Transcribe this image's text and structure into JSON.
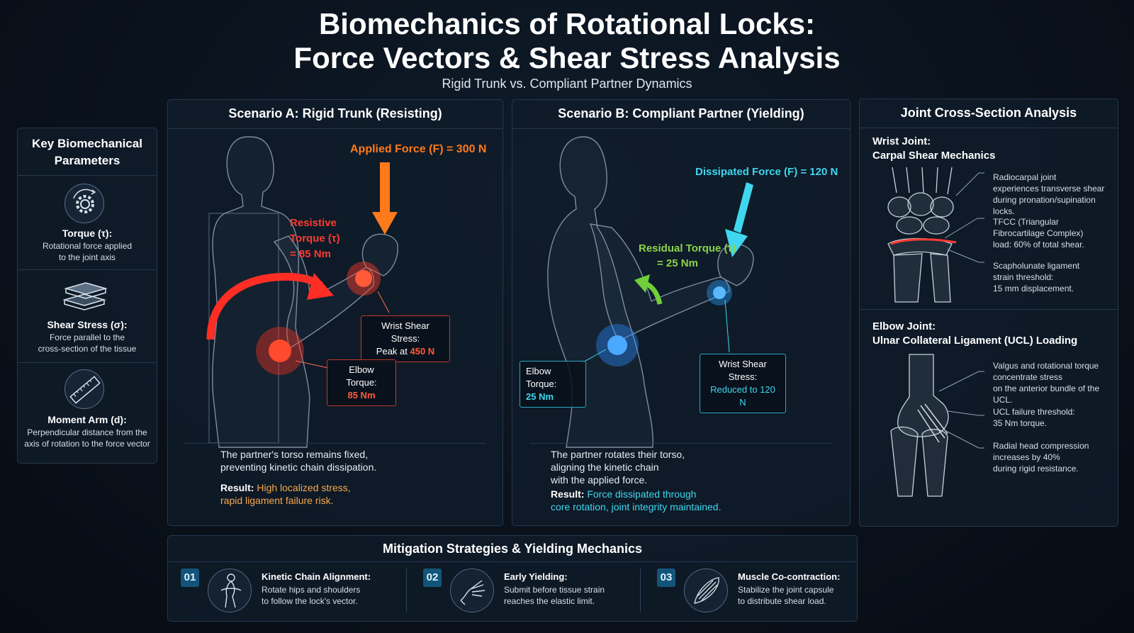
{
  "header": {
    "title_line1": "Biomechanics of Rotational Locks:",
    "title_line2": "Force Vectors & Shear Stress Analysis",
    "subtitle": "Rigid Trunk vs. Compliant Partner Dynamics"
  },
  "parameters": {
    "title_line1": "Key Biomechanical",
    "title_line2": "Parameters",
    "items": [
      {
        "icon": "torque-gear-icon",
        "title": "Torque (τ):",
        "desc_line1": "Rotational force applied",
        "desc_line2": "to the joint axis"
      },
      {
        "icon": "shear-layers-icon",
        "title": "Shear Stress (σ):",
        "desc_line1": "Force parallel to the",
        "desc_line2": "cross-section of the tissue"
      },
      {
        "icon": "ruler-icon",
        "title": "Moment Arm (d):",
        "desc_line1": "Perpendicular distance from the",
        "desc_line2": "axis of rotation to the force vector"
      }
    ]
  },
  "scenario_a": {
    "title": "Scenario A: Rigid Trunk (Resisting)",
    "applied_force": "Applied Force (F) = 300 N",
    "resistive_torque_line1": "Resistive",
    "resistive_torque_line2": "Torque (τ)",
    "resistive_torque_line3": "= 85 Nm",
    "wrist_label": "Wrist Shear Stress:",
    "wrist_value_prefix": "Peak at ",
    "wrist_value": "450 N",
    "elbow_label": "Elbow Torque:",
    "elbow_value": "85 Nm",
    "desc_line1": "The partner's torso remains fixed,",
    "desc_line2": "preventing kinetic chain dissipation.",
    "result_label": "Result:",
    "result_line1": "High localized stress,",
    "result_line2": "rapid ligament failure risk."
  },
  "scenario_b": {
    "title": "Scenario B: Compliant Partner (Yielding)",
    "dissipated_force": "Dissipated Force (F) = 120 N",
    "residual_torque_line1": "Residual Torque (τ)",
    "residual_torque_line2": "= 25 Nm",
    "elbow_label": "Elbow Torque:",
    "elbow_value": "25 Nm",
    "wrist_label": "Wrist Shear Stress:",
    "wrist_value": "Reduced to 120 N",
    "desc_line1": "The partner rotates their torso,",
    "desc_line2": "aligning the kinetic chain",
    "desc_line3": "with the applied force.",
    "result_label": "Result:",
    "result_line1": "Force dissipated through",
    "result_line2": "core rotation, joint integrity maintained."
  },
  "joint_analysis": {
    "title": "Joint Cross-Section Analysis",
    "wrist": {
      "head_line1": "Wrist Joint:",
      "head_line2": "Carpal Shear Mechanics",
      "notes": [
        [
          "Radiocarpal joint",
          "experiences transverse shear",
          "during pronation/supination locks."
        ],
        [
          "TFCC (Triangular",
          "Fibrocartilage Complex)",
          "load: 60% of total shear."
        ],
        [
          "Scapholunate ligament",
          "strain threshold:",
          "15 mm displacement."
        ]
      ]
    },
    "elbow": {
      "head_line1": "Elbow Joint:",
      "head_line2": "Ulnar Collateral Ligament (UCL) Loading",
      "notes": [
        [
          "Valgus and rotational torque",
          "concentrate stress",
          "on the anterior bundle of the UCL."
        ],
        [
          "UCL failure threshold:",
          "35 Nm torque."
        ],
        [
          "Radial head compression",
          "increases by 40%",
          "during rigid resistance."
        ]
      ]
    }
  },
  "mitigation": {
    "title": "Mitigation Strategies & Yielding Mechanics",
    "items": [
      {
        "num": "01",
        "icon": "body-rotation-icon",
        "title": "Kinetic Chain Alignment:",
        "desc_line1": "Rotate hips and shoulders",
        "desc_line2": "to follow the lock's vector."
      },
      {
        "num": "02",
        "icon": "hand-tap-icon",
        "title": "Early Yielding:",
        "desc_line1": "Submit before tissue strain",
        "desc_line2": "reaches the elastic limit."
      },
      {
        "num": "03",
        "icon": "muscle-icon",
        "title": "Muscle Co-contraction:",
        "desc_line1": "Stabilize the joint capsule",
        "desc_line2": "to distribute shear load."
      }
    ]
  },
  "colors": {
    "accent_orange": "#ff7a1a",
    "accent_red": "#ff3b2f",
    "accent_cyan": "#3fd7ef",
    "accent_green": "#8bd44a",
    "highlight_orange_text": "#f6a94b"
  }
}
